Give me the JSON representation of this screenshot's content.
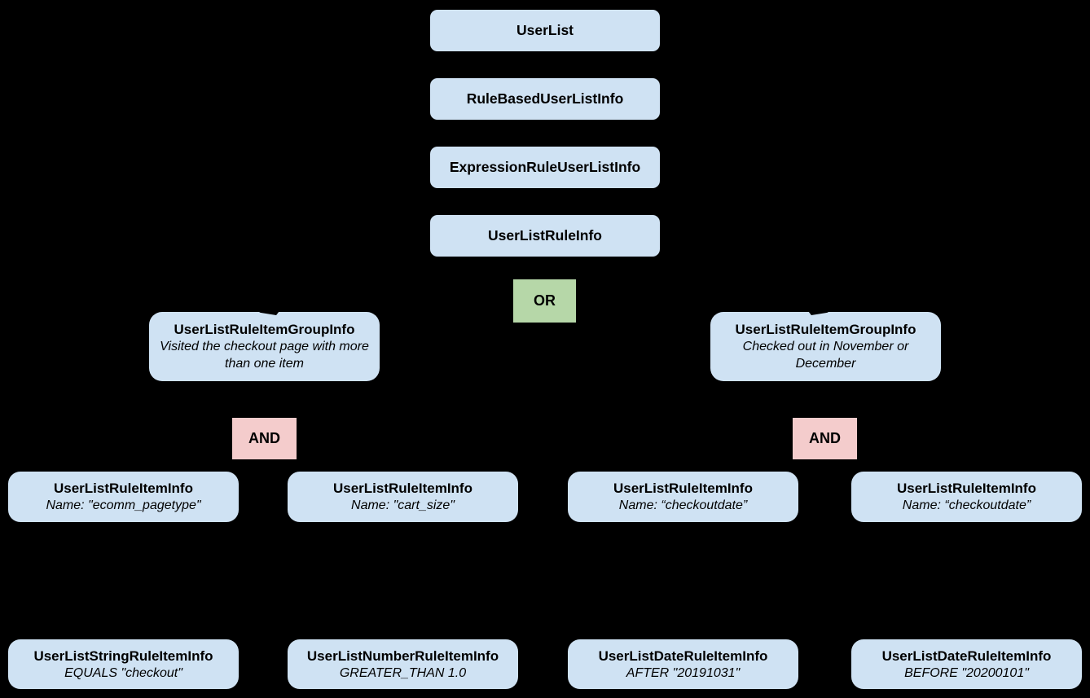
{
  "colors": {
    "background": "#000000",
    "node_fill": "#cfe2f3",
    "or_fill": "#b6d7a8",
    "and_fill": "#f4cccc",
    "text": "#000000"
  },
  "diagram": {
    "chain": [
      {
        "label": "UserList"
      },
      {
        "label": "RuleBasedUserListInfo"
      },
      {
        "label": "ExpressionRuleUserListInfo"
      },
      {
        "label": "UserListRuleInfo"
      }
    ],
    "or_operator": {
      "label": "OR"
    },
    "groups": [
      {
        "title": "UserListRuleItemGroupInfo",
        "description": "Visited the checkout page with more than one item",
        "operator": "AND",
        "items": [
          {
            "title": "UserListRuleItemInfo",
            "subtitle": "Name: \"ecomm_pagetype\"",
            "leaf": {
              "title": "UserListStringRuleItemInfo",
              "subtitle": "EQUALS \"checkout\""
            }
          },
          {
            "title": "UserListRuleItemInfo",
            "subtitle": "Name: \"cart_size\"",
            "leaf": {
              "title": "UserListNumberRuleItemInfo",
              "subtitle": "GREATER_THAN 1.0"
            }
          }
        ]
      },
      {
        "title": "UserListRuleItemGroupInfo",
        "description": "Checked out in November or December",
        "operator": "AND",
        "items": [
          {
            "title": "UserListRuleItemInfo",
            "subtitle": "Name: “checkoutdate”",
            "leaf": {
              "title": "UserListDateRuleItemInfo",
              "subtitle": "AFTER \"20191031\""
            }
          },
          {
            "title": "UserListRuleItemInfo",
            "subtitle": "Name: “checkoutdate”",
            "leaf": {
              "title": "UserListDateRuleItemInfo",
              "subtitle": "BEFORE \"20200101\""
            }
          }
        ]
      }
    ]
  }
}
